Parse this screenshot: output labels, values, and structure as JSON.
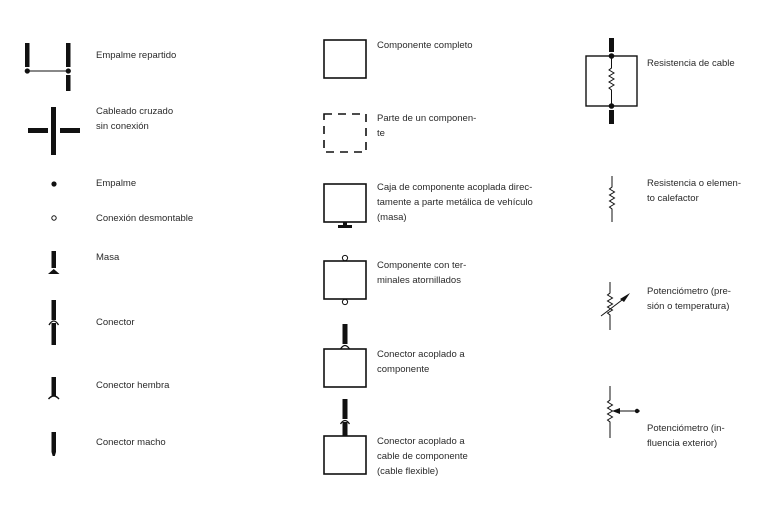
{
  "diagram": {
    "type": "electrical-symbol-legend",
    "columns": [
      {
        "items": [
          {
            "id": "empalme-repartido",
            "label_lines": [
              "Empalme repartido"
            ]
          },
          {
            "id": "cableado-cruzado",
            "label_lines": [
              "Cableado cruzado",
              "sin conexión"
            ]
          },
          {
            "id": "empalme",
            "label_lines": [
              "Empalme"
            ]
          },
          {
            "id": "conexion-desmontable",
            "label_lines": [
              "Conexión desmontable"
            ]
          },
          {
            "id": "masa",
            "label_lines": [
              "Masa"
            ]
          },
          {
            "id": "conector",
            "label_lines": [
              "Conector"
            ]
          },
          {
            "id": "conector-hembra",
            "label_lines": [
              "Conector hembra"
            ]
          },
          {
            "id": "conector-macho",
            "label_lines": [
              "Conector macho"
            ]
          }
        ]
      },
      {
        "items": [
          {
            "id": "componente-completo",
            "label_lines": [
              "Componente completo"
            ]
          },
          {
            "id": "parte-componente",
            "label_lines": [
              "Parte de un componen-",
              "te"
            ]
          },
          {
            "id": "caja-masa",
            "label_lines": [
              "Caja de componente acoplada direc-",
              "tamente a parte metálica de vehículo",
              "(masa)"
            ]
          },
          {
            "id": "terminales-atornillados",
            "label_lines": [
              "Componente con ter-",
              "minales atornillados"
            ]
          },
          {
            "id": "conector-acoplado-componente",
            "label_lines": [
              "Conector acoplado a",
              "componente"
            ]
          },
          {
            "id": "conector-acoplado-cable",
            "label_lines": [
              "Conector acoplado a",
              "cable de componente",
              "(cable flexible)"
            ]
          }
        ]
      },
      {
        "items": [
          {
            "id": "resistencia-cable",
            "label_lines": [
              "Resistencia de cable"
            ]
          },
          {
            "id": "resistencia-calefactor",
            "label_lines": [
              "Resistencia o elemen-",
              "to calefactor"
            ]
          },
          {
            "id": "potenciometro-presion",
            "label_lines": [
              "Potenciómetro (pre-",
              "sión o temperatura)"
            ]
          },
          {
            "id": "potenciometro-influencia",
            "label_lines": [
              "Potenciómetro (in-",
              "fluencia exterior)"
            ]
          }
        ]
      }
    ],
    "colors": {
      "line": "#111111",
      "text": "#2a2a2a",
      "background": "#ffffff"
    }
  }
}
